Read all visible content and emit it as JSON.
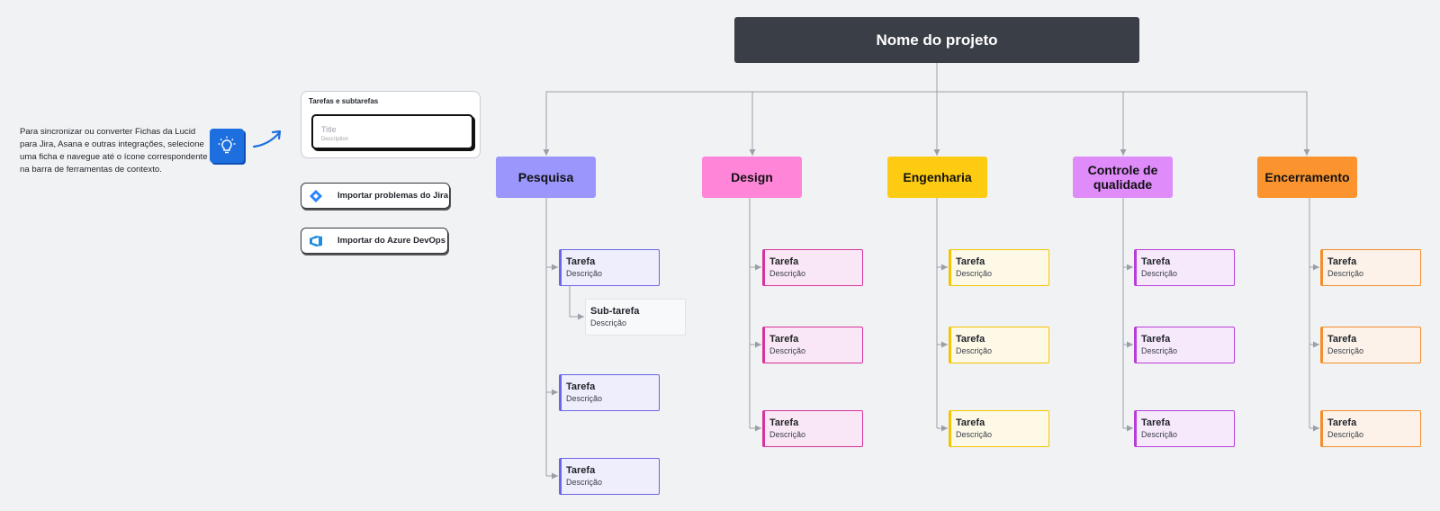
{
  "info": {
    "text": "Para sincronizar ou converter Fichas da Lucid para Jira, Asana e outras integrações, selecione uma ficha e navegue até o ícone correspondente na barra de ferramentas de contexto."
  },
  "tasks_card": {
    "title": "Tarefas e subtarefas",
    "preview_title": "Title",
    "preview_description": "Description"
  },
  "buttons": {
    "jira": "Importar problemas do Jira",
    "azure": "Importar do Azure DevOps"
  },
  "icons": {
    "bulb": "lightbulb-icon",
    "jira": "jira-icon",
    "azure": "azure-devops-icon"
  },
  "project": {
    "title": "Nome do projeto"
  },
  "phases": [
    {
      "label": "Pesquisa",
      "color": "#9a96fb",
      "task_bg": "#eeeefc",
      "task_border": "#6c65e8"
    },
    {
      "label": "Design",
      "color": "#ff85d9",
      "task_bg": "#fae7f5",
      "task_border": "#d6339c"
    },
    {
      "label": "Engenharia",
      "color": "#fdcc12",
      "task_bg": "#fef9e7",
      "task_border": "#f3c400"
    },
    {
      "label": "Controle de qualidade",
      "color": "#df8bfa",
      "task_bg": "#f7e9fc",
      "task_border": "#b73ed8"
    },
    {
      "label": "Encerramento",
      "color": "#fb942f",
      "task_bg": "#fcf2ea",
      "task_border": "#f58d2b"
    }
  ],
  "task": {
    "title": "Tarefa",
    "description": "Descrição"
  },
  "subtask": {
    "title": "Sub-tarefa",
    "description": "Descrição"
  }
}
